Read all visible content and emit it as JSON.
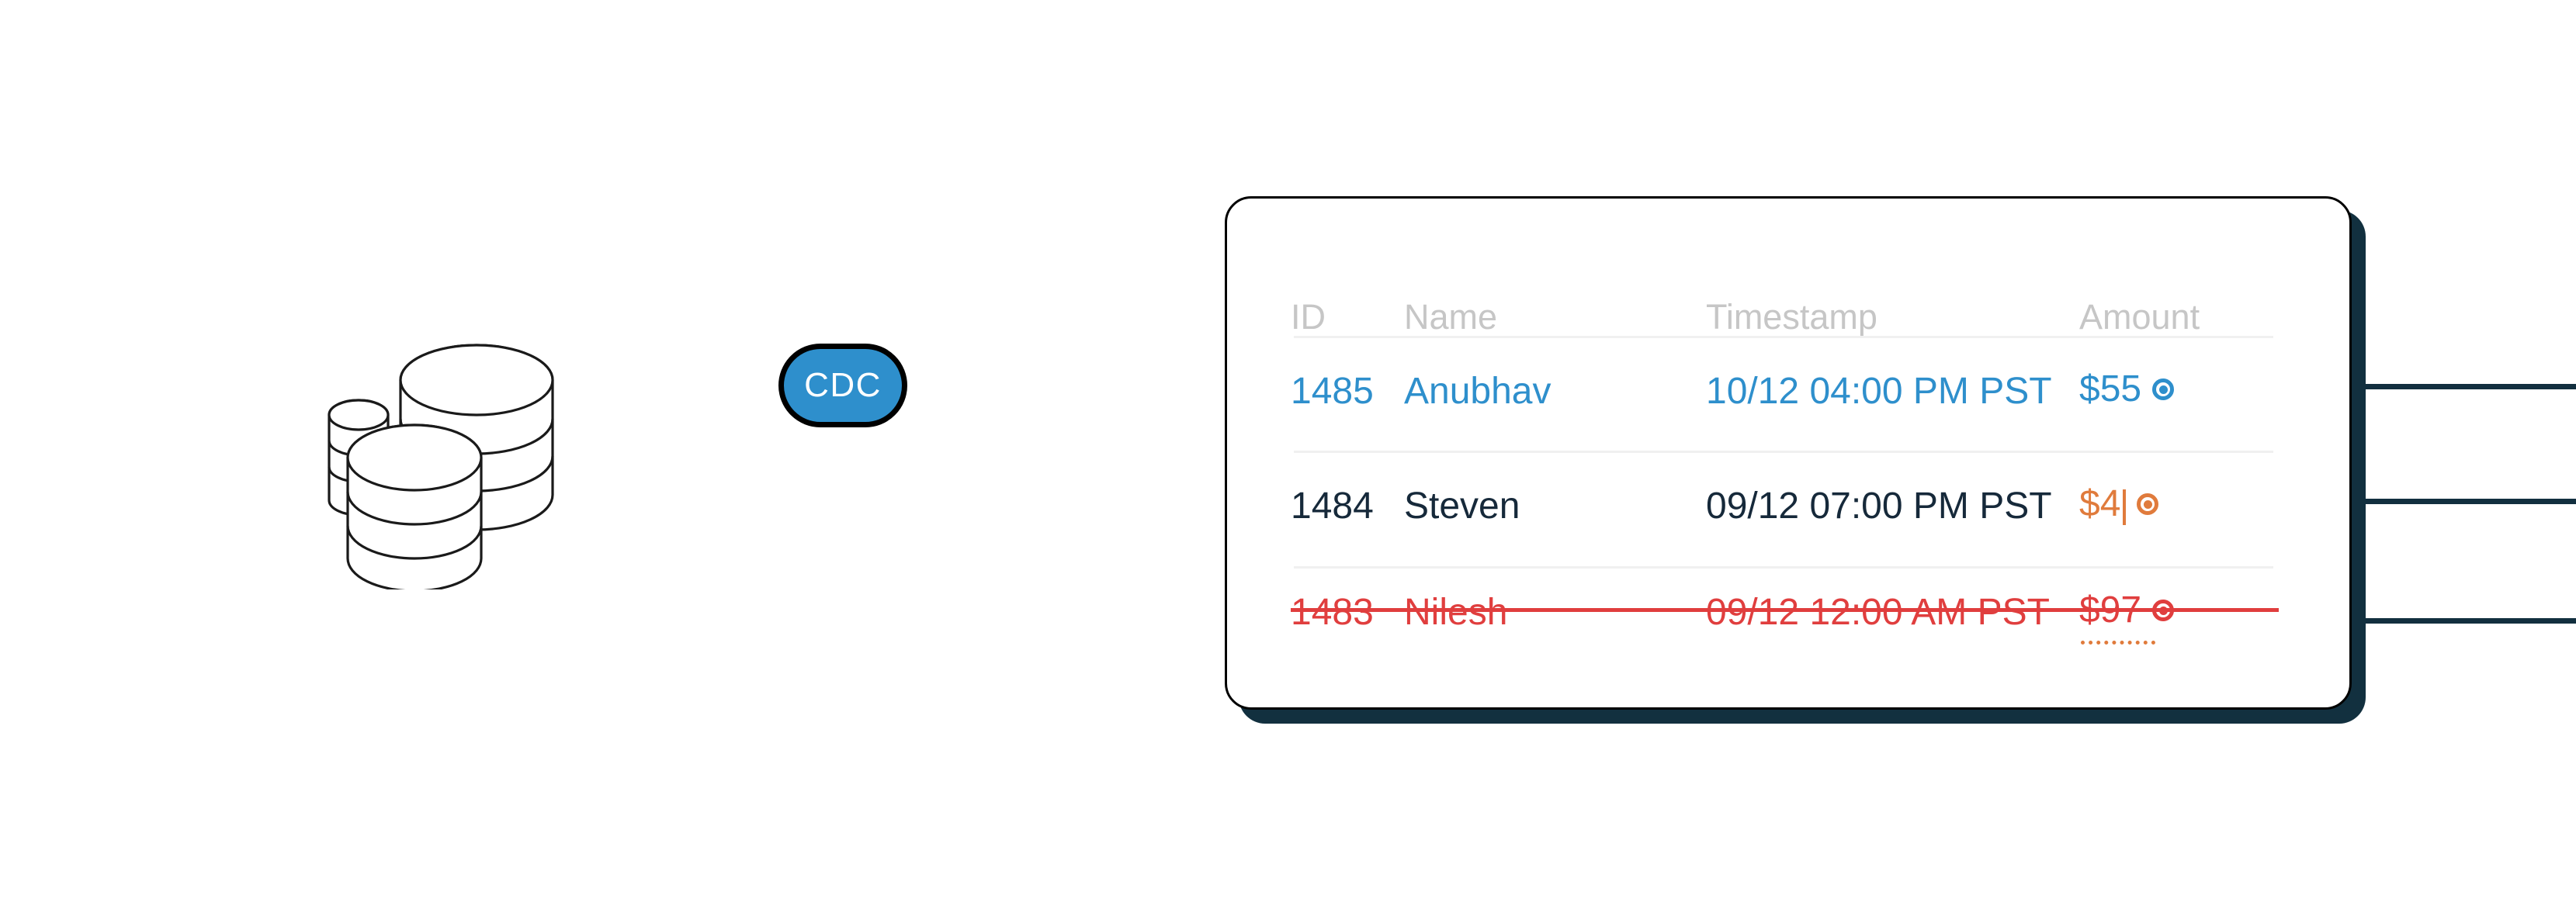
{
  "diagram": {
    "source_icon": "database-stack-icon",
    "cdc_node": {
      "label": "CDC"
    }
  },
  "table": {
    "headers": [
      "ID",
      "Name",
      "Timestamp",
      "Amount"
    ],
    "rows": [
      {
        "id": "1485",
        "name": "Anubhav",
        "timestamp": "10/12 04:00 PM PST",
        "amount": "$55",
        "state": "inserted",
        "color": "#2e8fcc",
        "endpoint": "connector-dot-blue"
      },
      {
        "id": "1484",
        "name": "Steven",
        "timestamp": "09/12 07:00 PM PST",
        "amount": "$4",
        "state": "editing",
        "color": "#e07b3c",
        "endpoint": "connector-dot-orange"
      },
      {
        "id": "1483",
        "name": "Nilesh",
        "timestamp": "09/12 12:00 AM PST",
        "amount": "$97",
        "state": "deleted",
        "color": "#e03e3e",
        "endpoint": "connector-dot-red"
      }
    ]
  },
  "colors": {
    "accent_blue": "#2e8fcc",
    "accent_orange": "#e07b3c",
    "accent_red": "#e03e3e",
    "text_dark": "#16293a",
    "header_gray": "#c6c6c6",
    "shadow_navy": "#12303f",
    "divider": "#f0f0f0"
  }
}
